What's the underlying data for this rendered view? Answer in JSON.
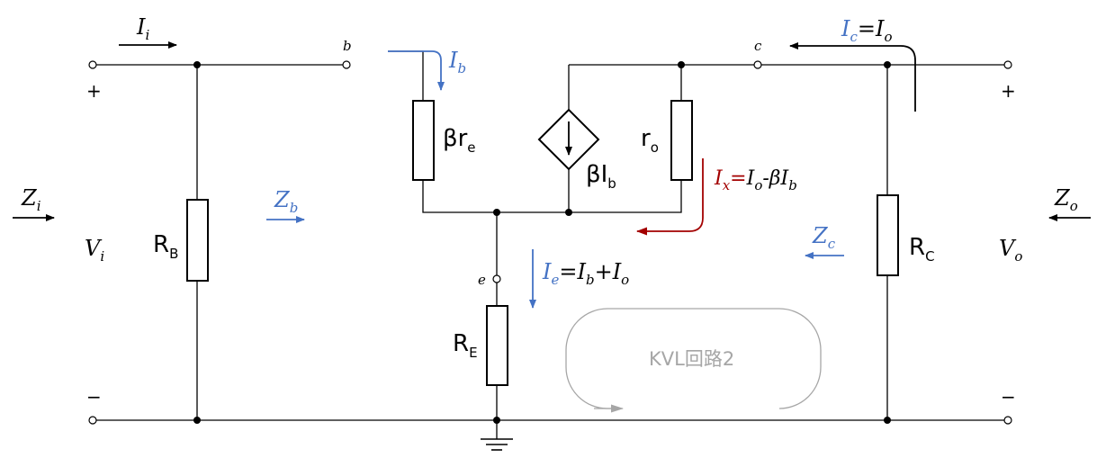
{
  "colors": {
    "black": "#000000",
    "blue": "#4472c4",
    "red": "#a30000",
    "gray": "#a6a6a6"
  },
  "nodes": {
    "b": "b",
    "c": "c",
    "e": "e"
  },
  "polarity": {
    "in_plus": "+",
    "in_minus": "−",
    "out_plus": "+",
    "out_minus": "−"
  },
  "components": {
    "RB": {
      "main": "R",
      "sub": "B"
    },
    "bre": {
      "main": "βr",
      "sub": "e"
    },
    "ro": {
      "main": "r",
      "sub": "o"
    },
    "src": {
      "main": "βI",
      "sub": "b"
    },
    "RE": {
      "main": "R",
      "sub": "E"
    },
    "RC": {
      "main": "R",
      "sub": "C"
    }
  },
  "labels": {
    "Ii": {
      "main": "I",
      "sub": "i"
    },
    "Ib": {
      "main": "I",
      "sub": "b"
    },
    "Ic": {
      "main": "I",
      "sub": "c",
      "rest": "=I",
      "rest_sub": "o"
    },
    "Ix": {
      "main": "I",
      "sub": "x",
      "eq": "=",
      "rest": "I",
      "rest_sub": "o",
      "rest2": "-βI",
      "rest2_sub": "b"
    },
    "Ie": {
      "main": "I",
      "sub": "e",
      "eq": "=",
      "rest": "I",
      "rest_sub": "b",
      "rest2": "+I",
      "rest2_sub": "o"
    },
    "Zi": {
      "main": "Z",
      "sub": "i"
    },
    "Zb": {
      "main": "Z",
      "sub": "b"
    },
    "Zc": {
      "main": "Z",
      "sub": "c"
    },
    "Zo": {
      "main": "Z",
      "sub": "o"
    },
    "Vi": {
      "main": "V",
      "sub": "i"
    },
    "Vo": {
      "main": "V",
      "sub": "o"
    }
  },
  "kvl_loop": {
    "label": "KVL回路2"
  }
}
